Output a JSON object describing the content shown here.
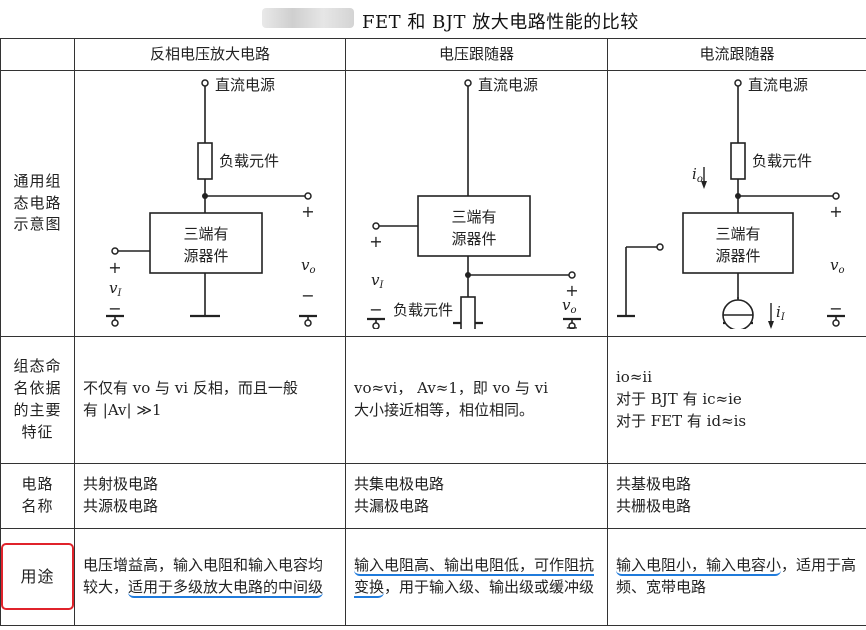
{
  "title": "FET 和 BJT 放大电路性能的比较",
  "columns": [
    "反相电压放大电路",
    "电压跟随器",
    "电流跟随器"
  ],
  "row_labels": {
    "diagram": [
      "通用组",
      "态电路",
      "示意图"
    ],
    "basis": [
      "组态命",
      "名依据",
      "的主要",
      "特征"
    ],
    "name": [
      "电路",
      "名称"
    ],
    "use": "用途"
  },
  "diagram": {
    "dc_source": "直流电源",
    "load": "负载元件",
    "device_line1": "三端有",
    "device_line2": "源器件",
    "plus": "+",
    "minus": "−",
    "v": "v",
    "sub_in": "I",
    "sub_out": "o",
    "io_label": "i",
    "i_label": "i"
  },
  "basis": {
    "col1_line1": "不仅有 vo 与 vi 反相，而且一般",
    "col1_line2": "有 |Av| ≫1",
    "col2_line1": "vo≈vi，  Av≈1，即 vo 与 vi",
    "col2_line2": "大小接近相等，相位相同。",
    "col3_line1": "io≈ii",
    "col3_line2": "对于 BJT 有 ic≈ie",
    "col3_line3": "对于 FET 有 id≈is"
  },
  "names": {
    "col1": [
      "共射极电路",
      "共源极电路"
    ],
    "col2": [
      "共集电极电路",
      "共漏极电路"
    ],
    "col3": [
      "共基极电路",
      "共栅极电路"
    ]
  },
  "uses": {
    "col1_part1": "电压增益高，输入电阻和输入电容均较大，",
    "col1_highlight": "适用于多级放大电路的中间级",
    "col2_highlight": "输入电阻高、输出电阻低，可作阻抗变换",
    "col2_part2": "，用于输入级、输出级或缓冲级",
    "col3_highlight": "输入电阻小，输入电容小",
    "col3_part2": "，适用于高频、宽带电路"
  },
  "colors": {
    "annotation_red": "#e0232b",
    "annotation_blue": "#1f7bdc"
  }
}
